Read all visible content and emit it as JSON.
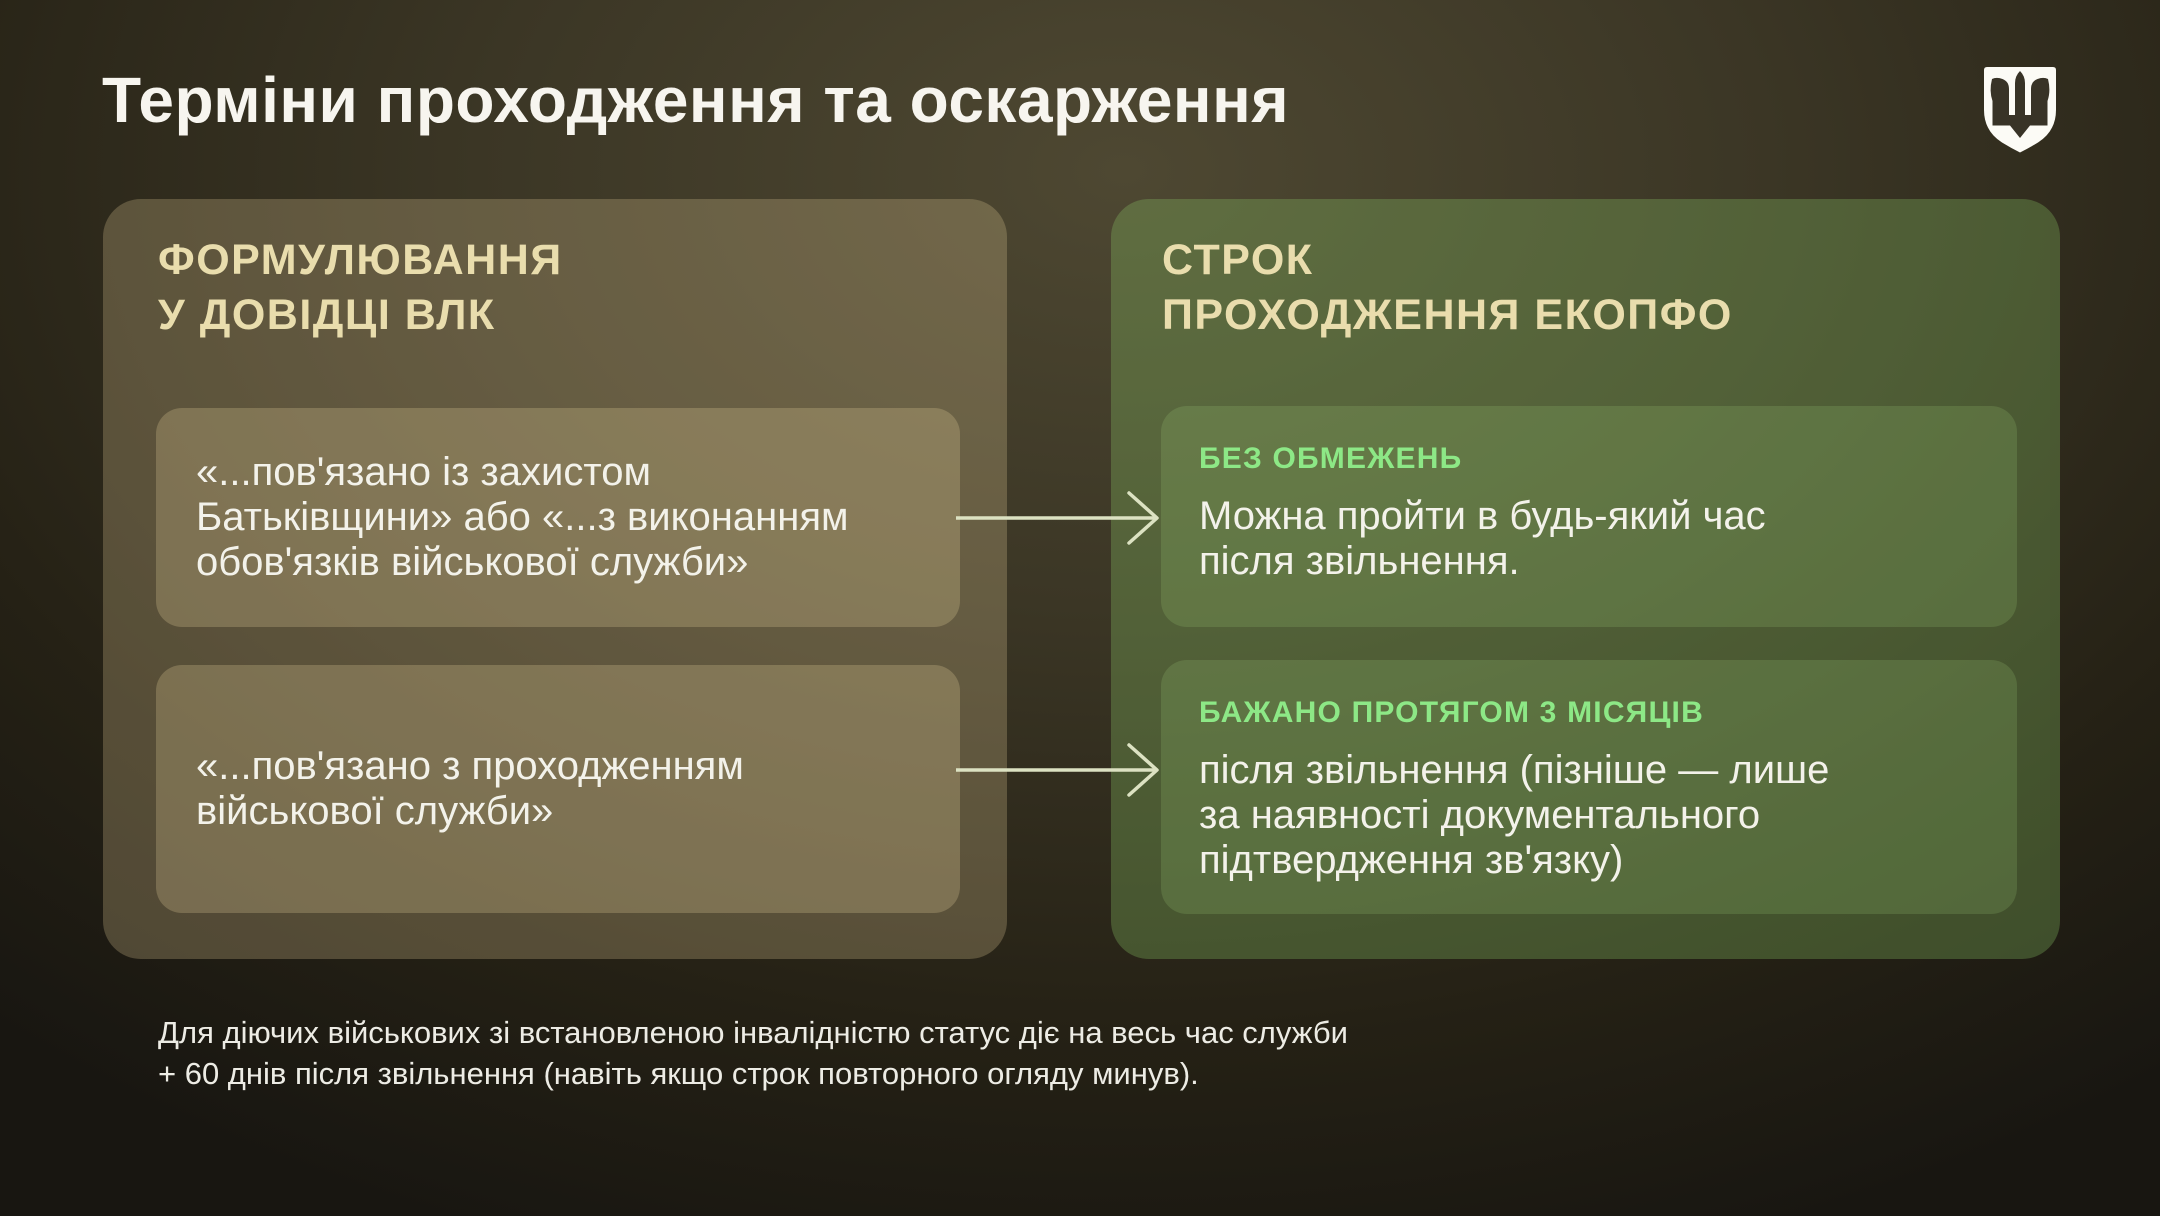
{
  "page": {
    "title": "Терміни проходження та оскарження"
  },
  "logo": {
    "icon": "ukraine-trident-shield"
  },
  "left_panel": {
    "title_lines": [
      "ФОРМУЛЮВАННЯ",
      "У ДОВІДЦІ ВЛК"
    ],
    "boxes": [
      {
        "lines": [
          "«...пов'язано із захистом",
          "Батьківщини» або «...з виконанням",
          "обов'язків військової служби»"
        ]
      },
      {
        "lines": [
          "«...пов'язано з проходженням",
          "військової служби»"
        ]
      }
    ]
  },
  "right_panel": {
    "title_lines": [
      "СТРОК",
      "ПРОХОДЖЕННЯ ЕКОПФО"
    ],
    "boxes": [
      {
        "label": "БЕЗ ОБМЕЖЕНЬ",
        "lines": [
          "Можна пройти в будь-який час",
          "після звільнення."
        ]
      },
      {
        "label": "БАЖАНО ПРОТЯГОМ 3 МІСЯЦІВ",
        "lines": [
          "після звільнення (пізніше — лише",
          "за наявності документального",
          "підтвердження зв'язку)"
        ]
      }
    ]
  },
  "footer": {
    "lines": [
      "Для діючих військових зі встановленою інвалідністю статус діє на весь час служби",
      "+ 60 днів після звільнення (навіть якщо строк повторного огляду минув)."
    ]
  },
  "colors": {
    "accent_green_label": "#8DE886",
    "header_cream": "#E9DDAD",
    "arrow": "#DCE2C2",
    "title_text": "#F7F5EF"
  }
}
